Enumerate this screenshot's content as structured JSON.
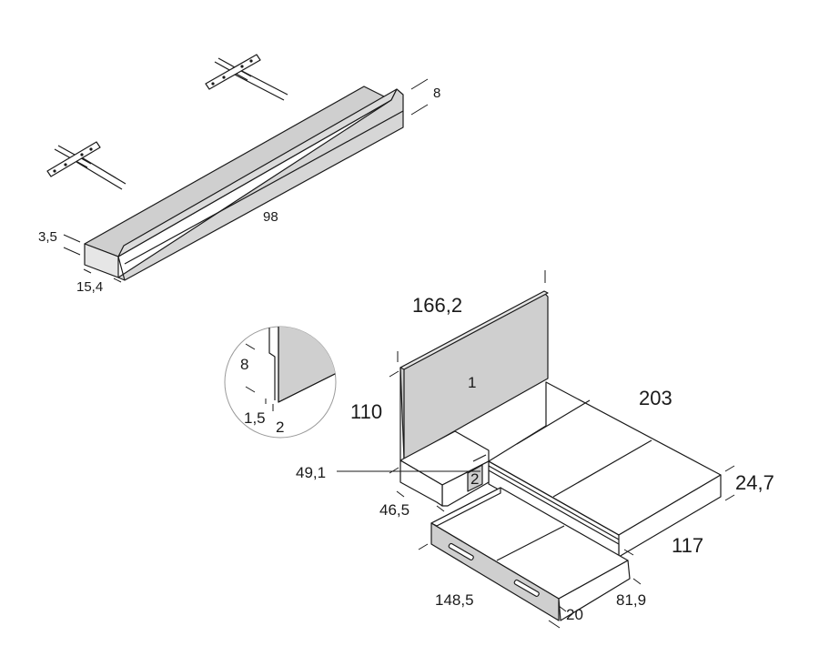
{
  "colors": {
    "line": "#1a1a1a",
    "panel_face": "#cfcfcf",
    "panel_light": "#e4e4e4",
    "panel_dark": "#b8b8b8",
    "background": "#ffffff"
  },
  "shelf": {
    "length": "98",
    "height": "8",
    "thickness": "3,5",
    "depth": "15,4"
  },
  "detail": {
    "height": "8",
    "groove": "1,5",
    "thickness": "2"
  },
  "bed": {
    "headboard_width": "166,2",
    "headboard_height": "110",
    "length": "203",
    "base_height": "24,7",
    "width": "117",
    "headboard_label": "1",
    "drawer_unit_label": "2",
    "side_unit_height": "49,1",
    "side_unit_depth": "46,5"
  },
  "drawer": {
    "length": "148,5",
    "height": "20",
    "depth": "81,9"
  }
}
